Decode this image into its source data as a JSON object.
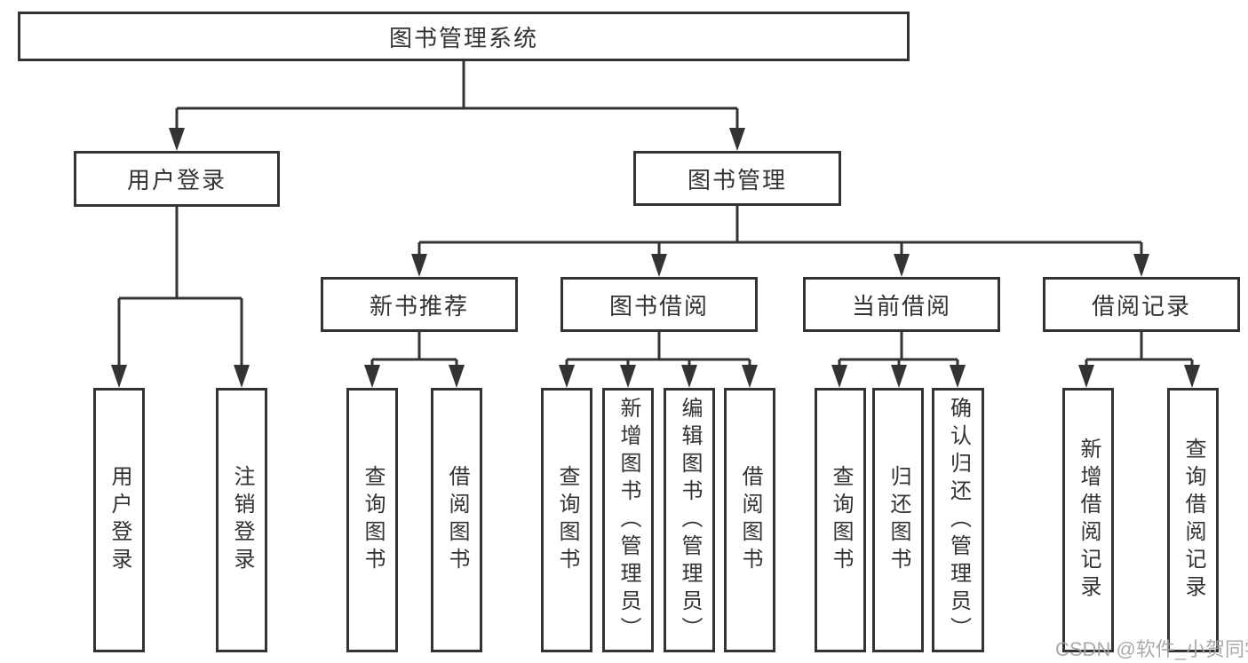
{
  "diagram": {
    "root": {
      "label": "图书管理系统"
    },
    "branches": [
      {
        "label": "用户登录",
        "children": [
          {
            "label": "用户登录"
          },
          {
            "label": "注销登录"
          }
        ]
      },
      {
        "label": "图书管理",
        "children": [
          {
            "label": "新书推荐",
            "children": [
              {
                "label": "查询图书"
              },
              {
                "label": "借阅图书"
              }
            ]
          },
          {
            "label": "图书借阅",
            "children": [
              {
                "label": "查询图书"
              },
              {
                "label": "新增图书（管理员）"
              },
              {
                "label": "编辑图书（管理员）"
              },
              {
                "label": "借阅图书"
              }
            ]
          },
          {
            "label": "当前借阅",
            "children": [
              {
                "label": "查询图书"
              },
              {
                "label": "归还图书"
              },
              {
                "label": "确认归还（管理员）"
              }
            ]
          },
          {
            "label": "借阅记录",
            "children": [
              {
                "label": "新增借阅记录"
              },
              {
                "label": "查询借阅记录"
              }
            ]
          }
        ]
      }
    ],
    "colors": {
      "line": "#333333",
      "text": "#333333",
      "background": "#ffffff",
      "watermark": "#a4a4a4"
    }
  },
  "watermark": {
    "text": "CSDN @软件_小贺同学"
  }
}
